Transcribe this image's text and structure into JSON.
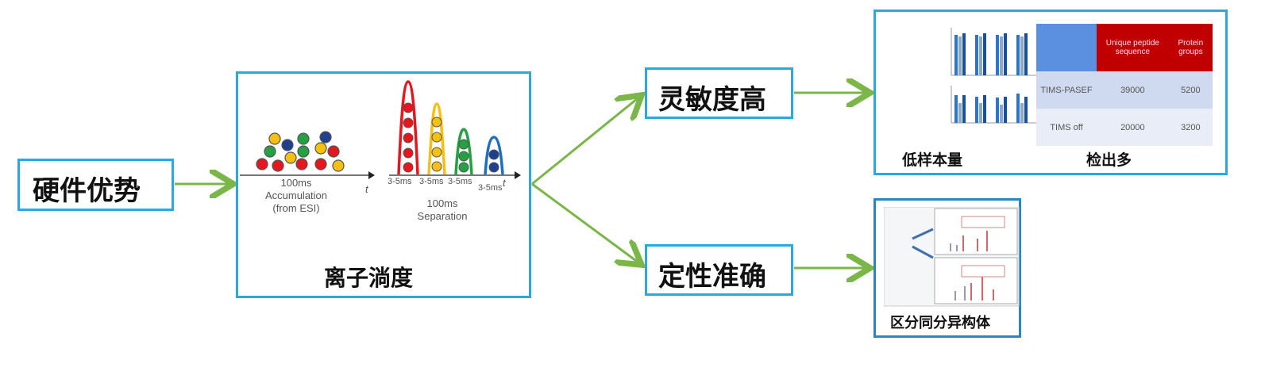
{
  "nodes": {
    "hardware": "硬件优势",
    "ion_mobility": "离子淌度",
    "sensitivity": "灵敏度高",
    "qualitative": "定性准确",
    "low_sample": "低样本量",
    "more_detected": "检出多",
    "isomers": "区分同分异构体"
  },
  "illustration": {
    "accum_time": "100ms",
    "accum_label": "Accumulation",
    "accum_source": "(from ESI)",
    "t_axis": "t",
    "peak_width": "3-5ms",
    "sep_time": "100ms",
    "sep_label": "Separation"
  },
  "table": {
    "headers": [
      "",
      "Unique peptide sequence",
      "Protein groups"
    ],
    "rows": [
      [
        "TIMS-PASEF",
        "39000",
        "5200"
      ],
      [
        "TIMS off",
        "20000",
        "3200"
      ]
    ]
  },
  "colors": {
    "border": "#29a9e0",
    "arrow": "#7ab648",
    "header": "#c00000",
    "corner": "#5b8fe0"
  }
}
